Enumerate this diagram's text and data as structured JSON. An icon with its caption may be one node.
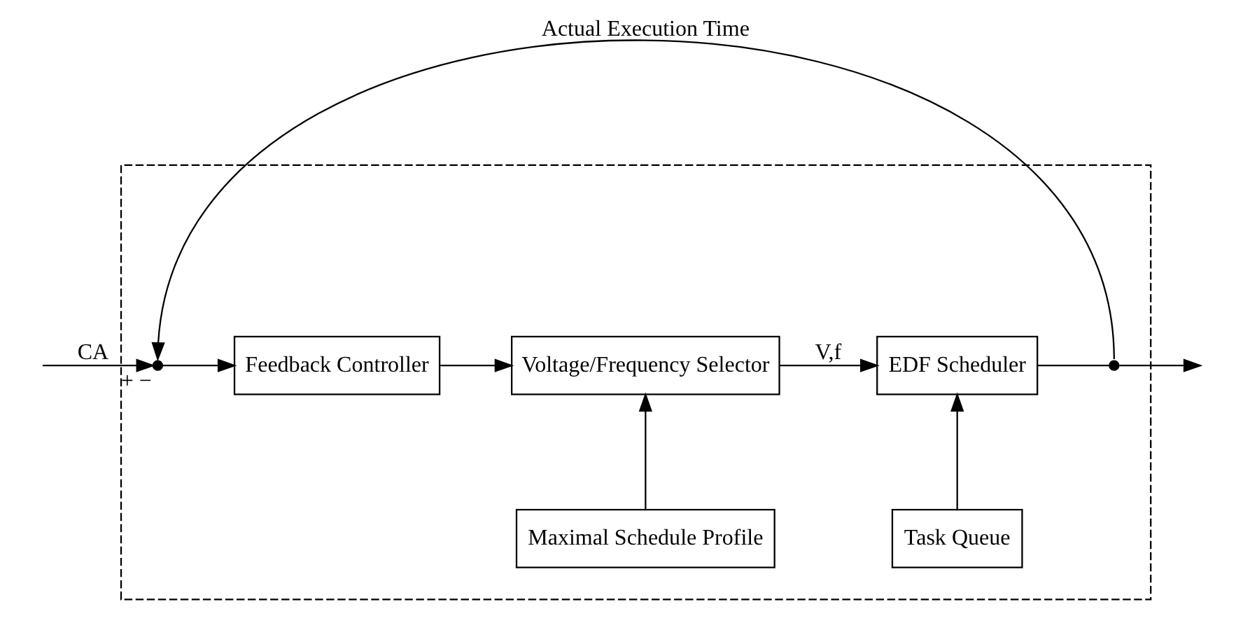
{
  "diagram": {
    "nodes": [
      {
        "text": [],
        "shape": "box"
      },
      {
        "text": [],
        "shape": "circle",
        "in": 0,
        "beside": [
          "+",
          "−"
        ]
      },
      {
        "text": [
          "Feedback Controller"
        ],
        "in": 0
      },
      {
        "text": [
          "Voltage/Frequency Selector"
        ],
        "in": 0
      },
      {
        "text": [
          "EDF Scheduler"
        ],
        "in": 0
      },
      {
        "text": [],
        "shape": "circle",
        "in": 0
      },
      {
        "text": [
          "Maximal Schedule Profile"
        ],
        "in": 0
      },
      {
        "text": [
          "Task Queue"
        ],
        "in": 0
      }
    ],
    "edges": [
      {
        "from": null,
        "to": 1,
        "arrow": "to",
        "label": "CA"
      },
      {
        "from": 1,
        "to": 2,
        "arrow": "to"
      },
      {
        "from": 2,
        "to": 3,
        "arrow": "to"
      },
      {
        "from": 3,
        "to": 4,
        "arrow": "to",
        "label": "V,f"
      },
      {
        "from": 4,
        "to": 5,
        "arrow": "none"
      },
      {
        "from": 5,
        "to": null,
        "arrow": "to"
      },
      {
        "from": 5,
        "to": 1,
        "arrow": "to",
        "label": "Actual Execution Time"
      },
      {
        "from": 6,
        "to": 3,
        "arrow": "to"
      },
      {
        "from": 7,
        "to": 4,
        "arrow": "to"
      }
    ]
  }
}
